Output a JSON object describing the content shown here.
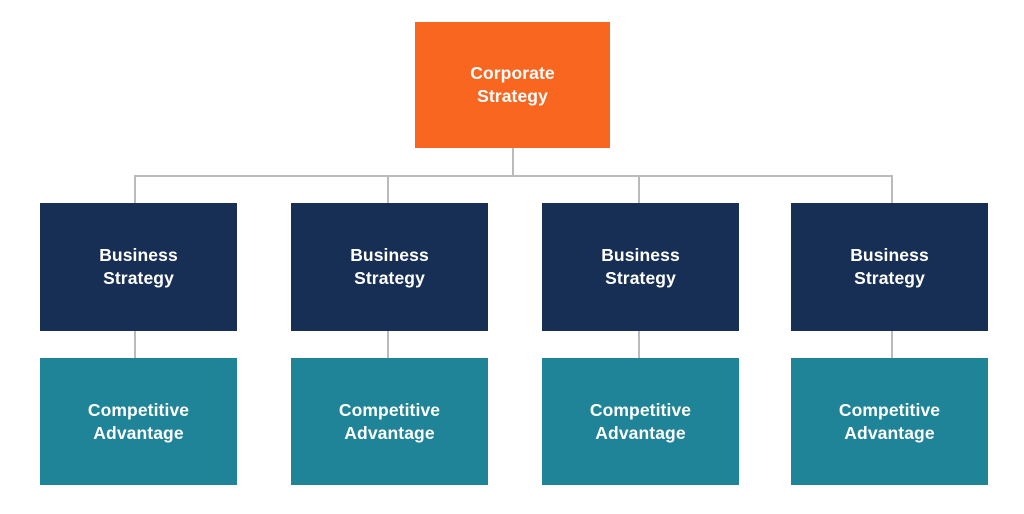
{
  "diagram": {
    "type": "hierarchy-tree",
    "orientation": "top-down",
    "levels": 3,
    "background_color": "#FFFFFF",
    "connector_color": "#BBBBBB"
  },
  "palette": {
    "root": "#F96620",
    "business": "#172F55",
    "competitive": "#1F8497",
    "label_text": "#FFFFFF",
    "connector": "#BBBBBB"
  },
  "nodes": {
    "root": {
      "label": "Corporate\nStrategy",
      "line1": "Corporate",
      "line2": "Strategy",
      "color": "#F96620",
      "level": 0
    },
    "business": [
      {
        "label": "Business\nStrategy",
        "line1": "Business",
        "line2": "Strategy",
        "color": "#172F55",
        "level": 1,
        "column": 1
      },
      {
        "label": "Business\nStrategy",
        "line1": "Business",
        "line2": "Strategy",
        "color": "#172F55",
        "level": 1,
        "column": 2
      },
      {
        "label": "Business\nStrategy",
        "line1": "Business",
        "line2": "Strategy",
        "color": "#172F55",
        "level": 1,
        "column": 3
      },
      {
        "label": "Business\nStrategy",
        "line1": "Business",
        "line2": "Strategy",
        "color": "#172F55",
        "level": 1,
        "column": 4
      }
    ],
    "competitive": [
      {
        "label": "Competitive\nAdvantage",
        "line1": "Competitive",
        "line2": "Advantage",
        "color": "#1F8497",
        "level": 2,
        "column": 1
      },
      {
        "label": "Competitive\nAdvantage",
        "line1": "Competitive",
        "line2": "Advantage",
        "color": "#1F8497",
        "level": 2,
        "column": 2
      },
      {
        "label": "Competitive\nAdvantage",
        "line1": "Competitive",
        "line2": "Advantage",
        "color": "#1F8497",
        "level": 2,
        "column": 3
      },
      {
        "label": "Competitive\nAdvantage",
        "line1": "Competitive",
        "line2": "Advantage",
        "color": "#1F8497",
        "level": 2,
        "column": 4
      }
    ]
  }
}
